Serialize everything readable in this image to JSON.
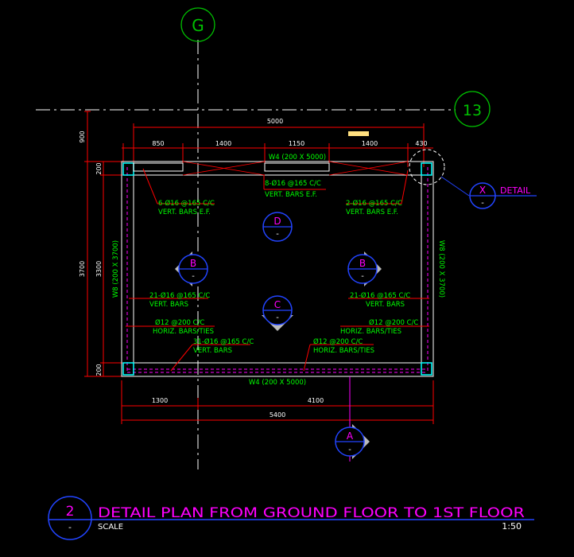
{
  "grid": {
    "g": "G",
    "thirteen": "13"
  },
  "dims": {
    "top_total": "5000",
    "top_850": "850",
    "top_1400a": "1400",
    "top_1150": "1150",
    "top_1400b": "1400",
    "top_430": "430",
    "left_900": "900",
    "left_200a": "200",
    "left_3700": "3700",
    "left_3300": "3300",
    "left_200b": "200",
    "bot_1300": "1300",
    "bot_4100": "4100",
    "bot_5400": "5400"
  },
  "walls": {
    "w4_top": "W4 (200 X 5000)",
    "w4_bottom": "W4 (200 X 5000)",
    "w8_left": "W8 (200 X 3700)",
    "w8_right": "W8 (200 X 3700)"
  },
  "notes": {
    "top_mid_1": "8-Ø16 @165 C/C",
    "top_mid_2": "VERT. BARS E.F.",
    "top_left_1": "6-Ø16 @165 C/C",
    "top_left_2": "VERT. BARS E.F.",
    "top_right_1": "2-Ø16 @165 C/C",
    "top_right_2": "VERT. BARS E.F.",
    "mid_left_1": "21-Ø16 @165 C/C",
    "mid_left_2": "VERT. BARS",
    "mid_right_1": "21-Ø16 @165 C/C",
    "mid_right_2": "VERT. BARS",
    "horiz_left_1": "Ø12 @200 C/C",
    "horiz_left_2": "HORIZ. BARS/TIES",
    "horiz_right_1": "Ø12 @200 C/C",
    "horiz_right_2": "HORIZ. BARS/TIES",
    "low_left_1": "31-Ø16 @165 C/C",
    "low_left_2": "VERT. BARS",
    "low_mid_1": "Ø12 @200 C/C",
    "low_mid_2": "HORIZ. BARS/TIES"
  },
  "sections": {
    "d": "D",
    "b_left": "B",
    "b_right": "B",
    "c": "C",
    "a": "A",
    "dash": "-"
  },
  "detail": {
    "letter": "X",
    "label": "DETAIL",
    "dash": "-"
  },
  "title": {
    "number": "2",
    "dash": "-",
    "text": "DETAIL  PLAN  FROM  GROUND  FLOOR  TO  1ST  FLOOR",
    "scale_label": "SCALE",
    "scale_value": "1:50"
  },
  "colors": {
    "background": "#000000",
    "grid_line": "#ffffff",
    "grid_bubble": "#00c000",
    "dimension": "#ff0000",
    "annotation": "#00ff00",
    "wall_outline": "#ffffff",
    "wall_fill": "#ff00ff",
    "bubble": "#0000ff",
    "section_letter": "#ff00ff",
    "title": "#ff00ff",
    "highlight": "#ffe080"
  }
}
